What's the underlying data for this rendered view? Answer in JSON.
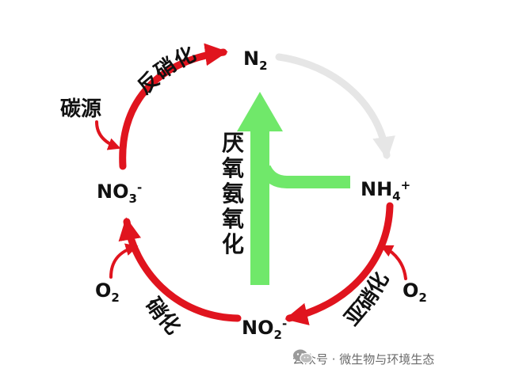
{
  "nodes": {
    "n2": {
      "base": "N",
      "sub": "2"
    },
    "nh4": {
      "base": "NH",
      "sub": "4",
      "sup": "+"
    },
    "no2": {
      "base": "NO",
      "sub": "2",
      "sup": "-"
    },
    "no3": {
      "base": "NO",
      "sub": "3",
      "sup": "-"
    }
  },
  "inputs": {
    "o2_right": {
      "base": "O",
      "sub": "2"
    },
    "o2_left": {
      "base": "O",
      "sub": "2"
    },
    "carbon": "碳源"
  },
  "processes": {
    "denitrification": [
      "反",
      "硝",
      "化"
    ],
    "nitritation": [
      "亚",
      "硝",
      "化"
    ],
    "nitratation": [
      "硝",
      "化"
    ],
    "anammox": [
      "厌",
      "氧",
      "氨",
      "氧",
      "化"
    ]
  },
  "colors": {
    "red": "#e0141e",
    "gray": "#e6e6e6",
    "green": "#70e86a",
    "text": "#111111"
  },
  "watermark": {
    "icon": "wechat-icon",
    "text": "公众号 · 微生物与环境生态"
  }
}
